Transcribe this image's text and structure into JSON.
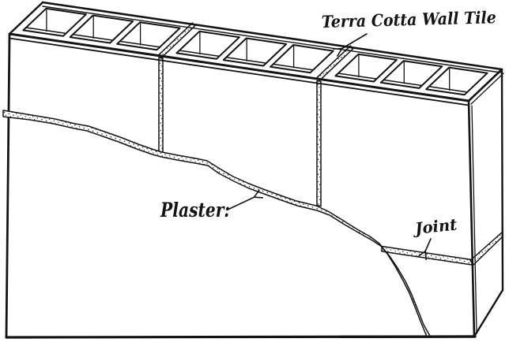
{
  "figure": {
    "labels": {
      "tile": "Terra Cotta Wall Tile",
      "plaster": "Plaster:",
      "joint": "Joint"
    },
    "icons": {
      "tile_arrow": "arrow pointing down-left to tile top face",
      "plaster_arrow": "arrow pointing up-right to plaster broken edge",
      "joint_arrow": "arrow pointing down to mortar joint band"
    },
    "colors": {
      "ink": "#141414",
      "paper": "#ffffff"
    }
  }
}
